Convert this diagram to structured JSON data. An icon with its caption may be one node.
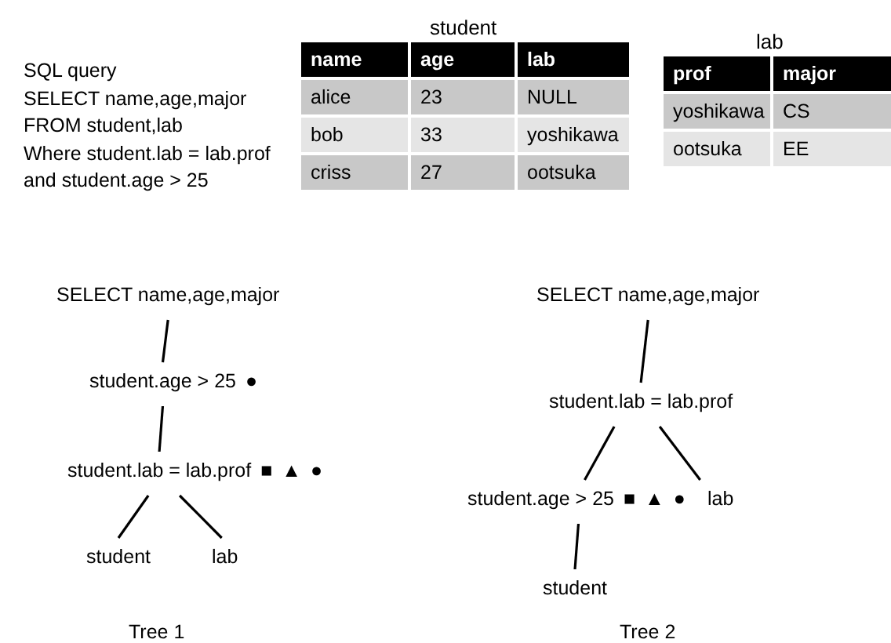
{
  "diagram": {
    "nodes": [
      {
        "text": [
          "SELECT name,age,major"
        ]
      },
      {
        "text": [
          "student.age > 25"
        ],
        "beside": [
          "●"
        ]
      },
      {
        "text": [
          "student.lab = lab.prof"
        ],
        "beside": [
          "■",
          "▲",
          "●"
        ]
      },
      {
        "text": [
          "student"
        ]
      },
      {
        "text": [
          "lab"
        ]
      },
      {
        "text": [
          "SELECT name,age,major"
        ]
      },
      {
        "text": [
          "student.lab = lab.prof"
        ]
      },
      {
        "text": [
          "student.age > 25"
        ],
        "beside": [
          "■",
          "▲",
          "●"
        ]
      },
      {
        "text": [
          "lab"
        ]
      },
      {
        "text": [
          "student"
        ]
      }
    ],
    "edges": [
      {
        "from": 0,
        "to": 1,
        "arrow": "none"
      },
      {
        "from": 1,
        "to": 2,
        "arrow": "none"
      },
      {
        "from": 2,
        "to": 3,
        "arrow": "none"
      },
      {
        "from": 2,
        "to": 4,
        "arrow": "none"
      },
      {
        "from": 5,
        "to": 6,
        "arrow": "none"
      },
      {
        "from": 6,
        "to": 7,
        "arrow": "none"
      },
      {
        "from": 6,
        "to": 8,
        "arrow": "none"
      },
      {
        "from": 7,
        "to": 9,
        "arrow": "none"
      }
    ],
    "labels": [
      "SQL query",
      "SELECT name,age,major",
      "FROM student,lab",
      "Where student.lab = lab.prof",
      "and student.age > 25",
      "student",
      "name",
      "age",
      "lab",
      "alice",
      "23",
      "NULL",
      "bob",
      "33",
      "yoshikawa",
      "criss",
      "27",
      "ootsuka",
      "lab",
      "prof",
      "major",
      "yoshikawa",
      "CS",
      "ootsuka",
      "EE",
      "Tree 1",
      "Tree 2"
    ]
  }
}
